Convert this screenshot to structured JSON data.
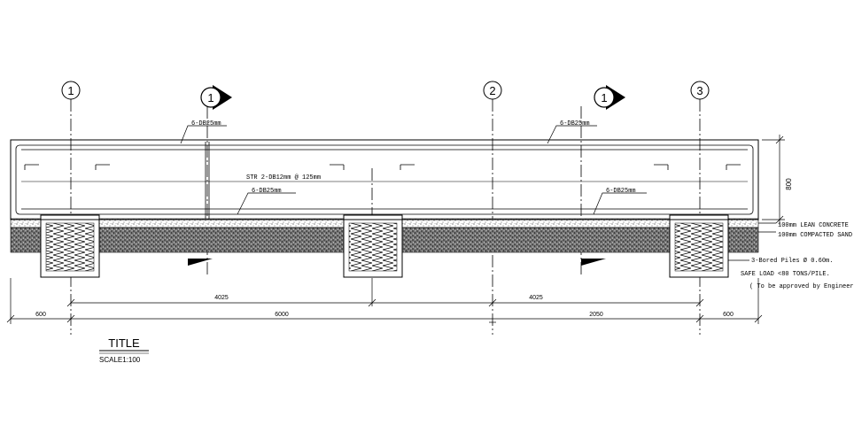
{
  "grid_markers": [
    "1",
    "2",
    "3"
  ],
  "section_markers": [
    "1",
    "1"
  ],
  "rebar": {
    "top_left": "6-DB25mm",
    "top_right": "6-DB25mm",
    "stirrup": "STR 2-DB12mm @ 125mm",
    "bottom_left": "6-DB25mm",
    "bottom_right": "6-DB25mm"
  },
  "beam_depth": "800",
  "layers": {
    "lean": "100mm LEAN CONCRETE",
    "sand": "100mm COMPACTED SAND"
  },
  "pile_notes": [
    "3-Bored Piles Ø 0.60m.",
    "SAFE LOAD <80 TONS/PILE.",
    "( To be approved by Engineer )"
  ],
  "dims": {
    "upper": [
      "4025",
      "4025"
    ],
    "lower": [
      "600",
      "6000",
      "2050",
      "600"
    ]
  },
  "title": "TITLE",
  "scale": "SCALE1:100"
}
